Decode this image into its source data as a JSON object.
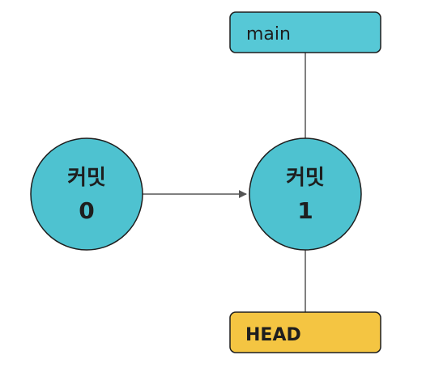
{
  "diagram": {
    "commits": [
      {
        "line1": "커밋",
        "line2": "0"
      },
      {
        "line1": "커밋",
        "line2": "1"
      }
    ],
    "refs": {
      "branch": {
        "label": "main"
      },
      "head": {
        "label": "HEAD"
      }
    },
    "colors": {
      "commit_fill": "#4ec2d0",
      "branch_fill": "#56c8d6",
      "head_fill": "#f4c542",
      "stroke": "#1e1e1e",
      "connector": "#555555"
    }
  }
}
